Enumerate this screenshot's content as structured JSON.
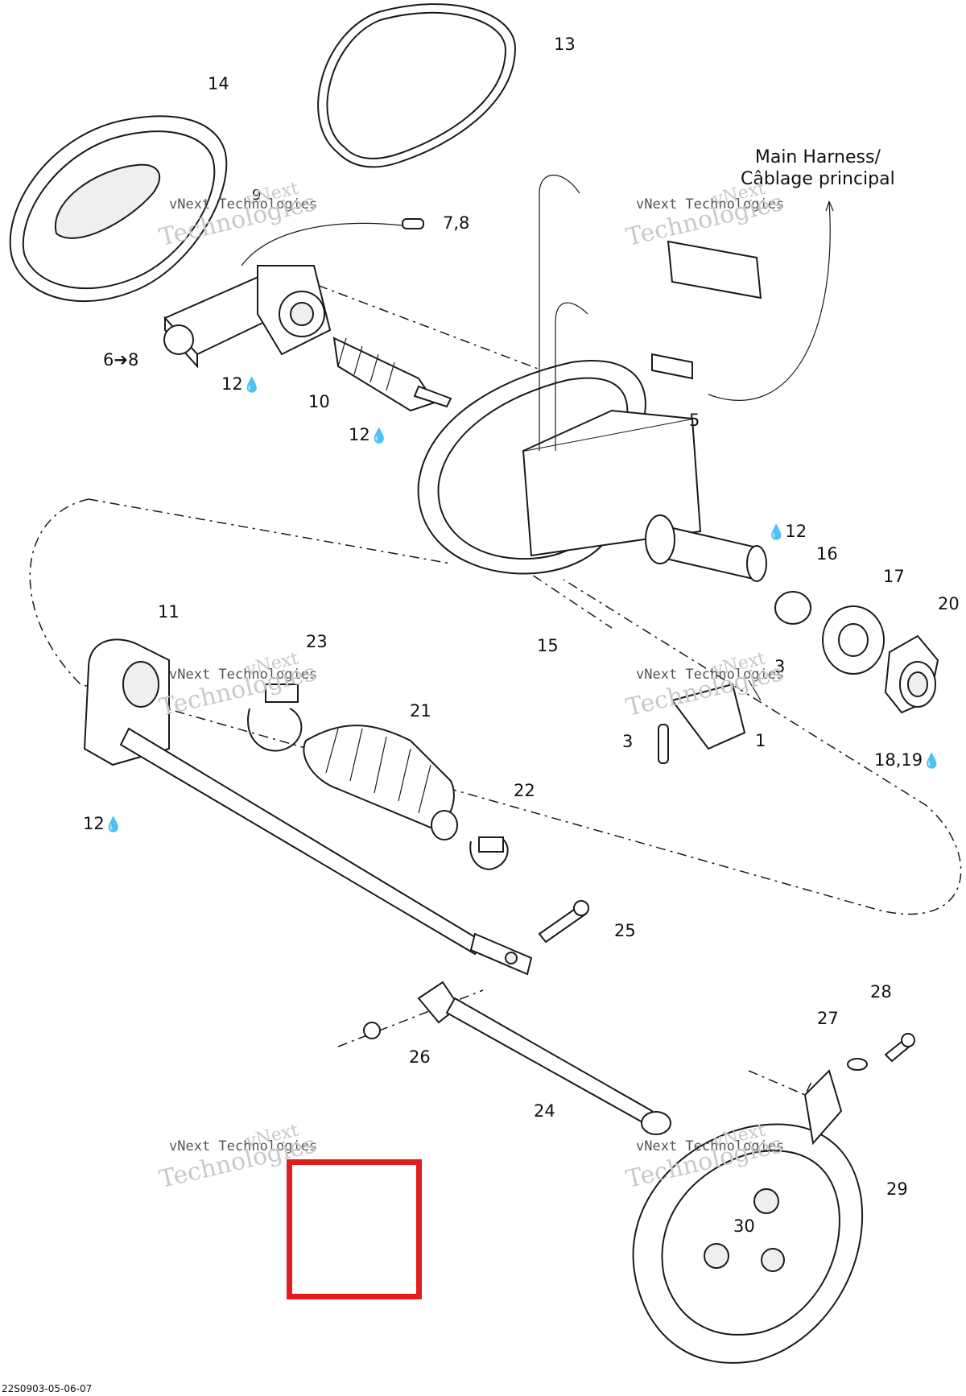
{
  "diagram": {
    "callouts": [
      {
        "key": "c13",
        "text": "13"
      },
      {
        "key": "c14",
        "text": "14"
      },
      {
        "key": "c78",
        "text": "7,8"
      },
      {
        "key": "c9",
        "text": "9"
      },
      {
        "key": "c68",
        "text": "6➔8"
      },
      {
        "key": "c12a",
        "text": "12"
      },
      {
        "key": "c10",
        "text": "10"
      },
      {
        "key": "c12b",
        "text": "12"
      },
      {
        "key": "c5",
        "text": "5"
      },
      {
        "key": "c12c",
        "text": "12"
      },
      {
        "key": "c16",
        "text": "16"
      },
      {
        "key": "c17",
        "text": "17"
      },
      {
        "key": "c20",
        "text": "20"
      },
      {
        "key": "c11",
        "text": "11"
      },
      {
        "key": "c23",
        "text": "23"
      },
      {
        "key": "c15",
        "text": "15"
      },
      {
        "key": "c3a",
        "text": "3"
      },
      {
        "key": "c3b",
        "text": "3"
      },
      {
        "key": "c1",
        "text": "1"
      },
      {
        "key": "c21",
        "text": "21"
      },
      {
        "key": "c1819",
        "text": "18,19"
      },
      {
        "key": "c12d",
        "text": "12"
      },
      {
        "key": "c22",
        "text": "22"
      },
      {
        "key": "c25",
        "text": "25"
      },
      {
        "key": "c28",
        "text": "28"
      },
      {
        "key": "c27",
        "text": "27"
      },
      {
        "key": "c26",
        "text": "26"
      },
      {
        "key": "c24",
        "text": "24"
      },
      {
        "key": "c29",
        "text": "29"
      },
      {
        "key": "c30",
        "text": "30"
      }
    ],
    "harness_label_line1": "Main Harness/",
    "harness_label_line2": "Câblage principal",
    "reference_code": "22S0903-05-06-07",
    "watermark_line1": "vNext",
    "watermark_line2": "vNext Technologies",
    "watermark_line3": "Technologies",
    "grease_symbol": "drop-icon",
    "highlight_color": "#e11d1d"
  }
}
